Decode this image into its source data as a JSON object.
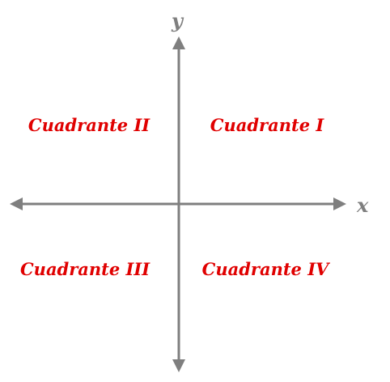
{
  "axes": {
    "x_label": "x",
    "y_label": "y",
    "color": "#7f7f7f"
  },
  "quadrants": {
    "q1": "Cuadrante I",
    "q2": "Cuadrante II",
    "q3": "Cuadrante III",
    "q4": "Cuadrante IV",
    "color": "#e00000"
  }
}
